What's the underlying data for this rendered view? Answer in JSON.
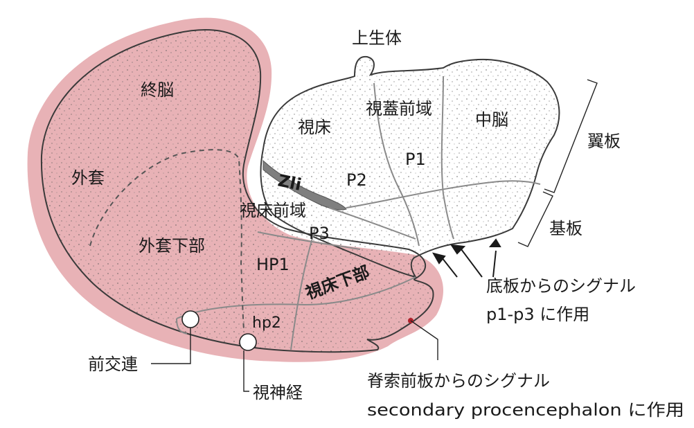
{
  "labels": {
    "pineal": "上生体",
    "telencephalon": "終脳",
    "thalamus": "視床",
    "pretectum": "視蓋前域",
    "midbrain": "中脳",
    "pallium": "外套",
    "p1": "P1",
    "p2": "P2",
    "zli": "Zli",
    "prethalamus": "視床前域",
    "p3": "P3",
    "subpallium": "外套下部",
    "hp1": "HP1",
    "hypothalamus": "視床下部",
    "hp2": "hp2",
    "alar_plate": "翼板",
    "basal_plate": "基板",
    "anterior_commissure": "前交連",
    "optic_nerve": "視神経",
    "floor_signal_line1": "底板からのシグナル",
    "floor_signal_line2": "p1-p3 に作用",
    "roof_signal_line1": "脊索前板からのシグナル",
    "roof_signal_line2": "secondary procencephalon に作用"
  },
  "colors": {
    "outline": "#3a3a3a",
    "boundary": "#8a8a8a",
    "pink_band": "#e8b2b6",
    "zli": "#7f7f7f",
    "text": "#1a1a1a",
    "dot_marker": "#b0202a"
  }
}
